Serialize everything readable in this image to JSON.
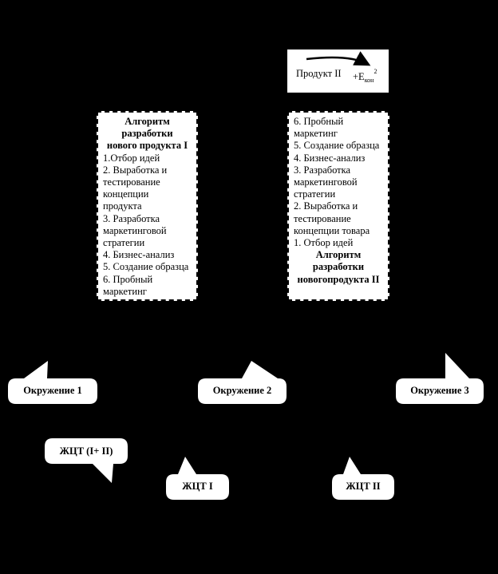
{
  "product": {
    "label": "Продукт II",
    "energy_prefix": "+E",
    "energy_sub": "кон",
    "energy_sup": "2"
  },
  "algorithm1": {
    "title": [
      "Алгоритм",
      "разработки",
      "нового продукта  I"
    ],
    "lines": [
      "1.Отбор идей",
      "2. Выработка и",
      "тестирование",
      "концепции",
      "продукта",
      "3. Разработка",
      "маркетинговой",
      "стратегии",
      "4. Бизнес-анализ",
      "5. Создание образца",
      "6. Пробный",
      "маркетинг"
    ]
  },
  "algorithm2": {
    "lines": [
      "6. Пробный",
      "маркетинг",
      "5. Создание образца",
      "4. Бизнес-анализ",
      "3. Разработка",
      "маркетинговой",
      "стратегии",
      "2. Выработка и",
      "тестирование",
      "концепции товара",
      "1. Отбор идей"
    ],
    "title": [
      "Алгоритм",
      "разработки",
      "новогопродукта  II"
    ]
  },
  "callouts": {
    "env1": "Окружение 1",
    "env2": "Окружение 2",
    "env3": "Окружение 3",
    "lifecycle_both": "ЖЦТ (I+ II)",
    "lifecycle1": "ЖЦТ I",
    "lifecycle2": "ЖЦТ II"
  }
}
